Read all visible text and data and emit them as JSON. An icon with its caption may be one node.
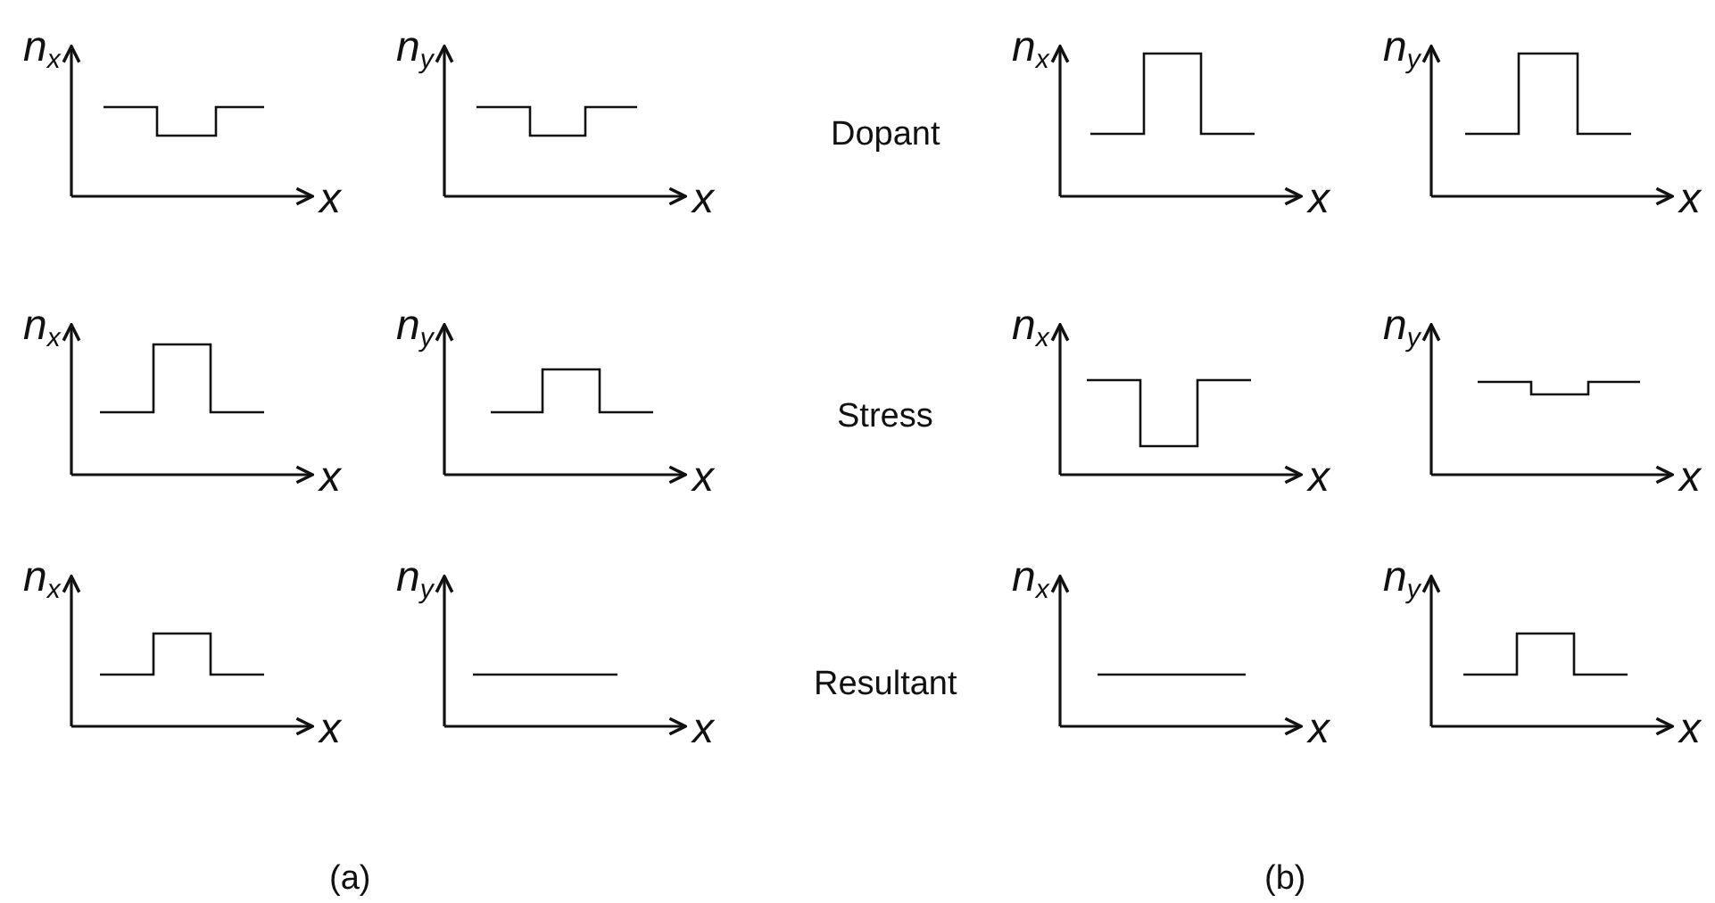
{
  "diagram": {
    "labels": [
      "n$_{x}$",
      "x",
      "n$_{y}$",
      "x",
      "Dopant",
      "n$_{x}$",
      "x",
      "n$_{y}$",
      "x",
      "n$_{x}$",
      "x",
      "n$_{y}$",
      "x",
      "Stress",
      "n$_{x}$",
      "x",
      "n$_{y}$",
      "x",
      "n$_{x}$",
      "x",
      "n$_{y}$",
      "x",
      "Resultant",
      "n$_{x}$",
      "x",
      "n$_{y}$",
      "x",
      "(a)",
      "(b)"
    ]
  }
}
